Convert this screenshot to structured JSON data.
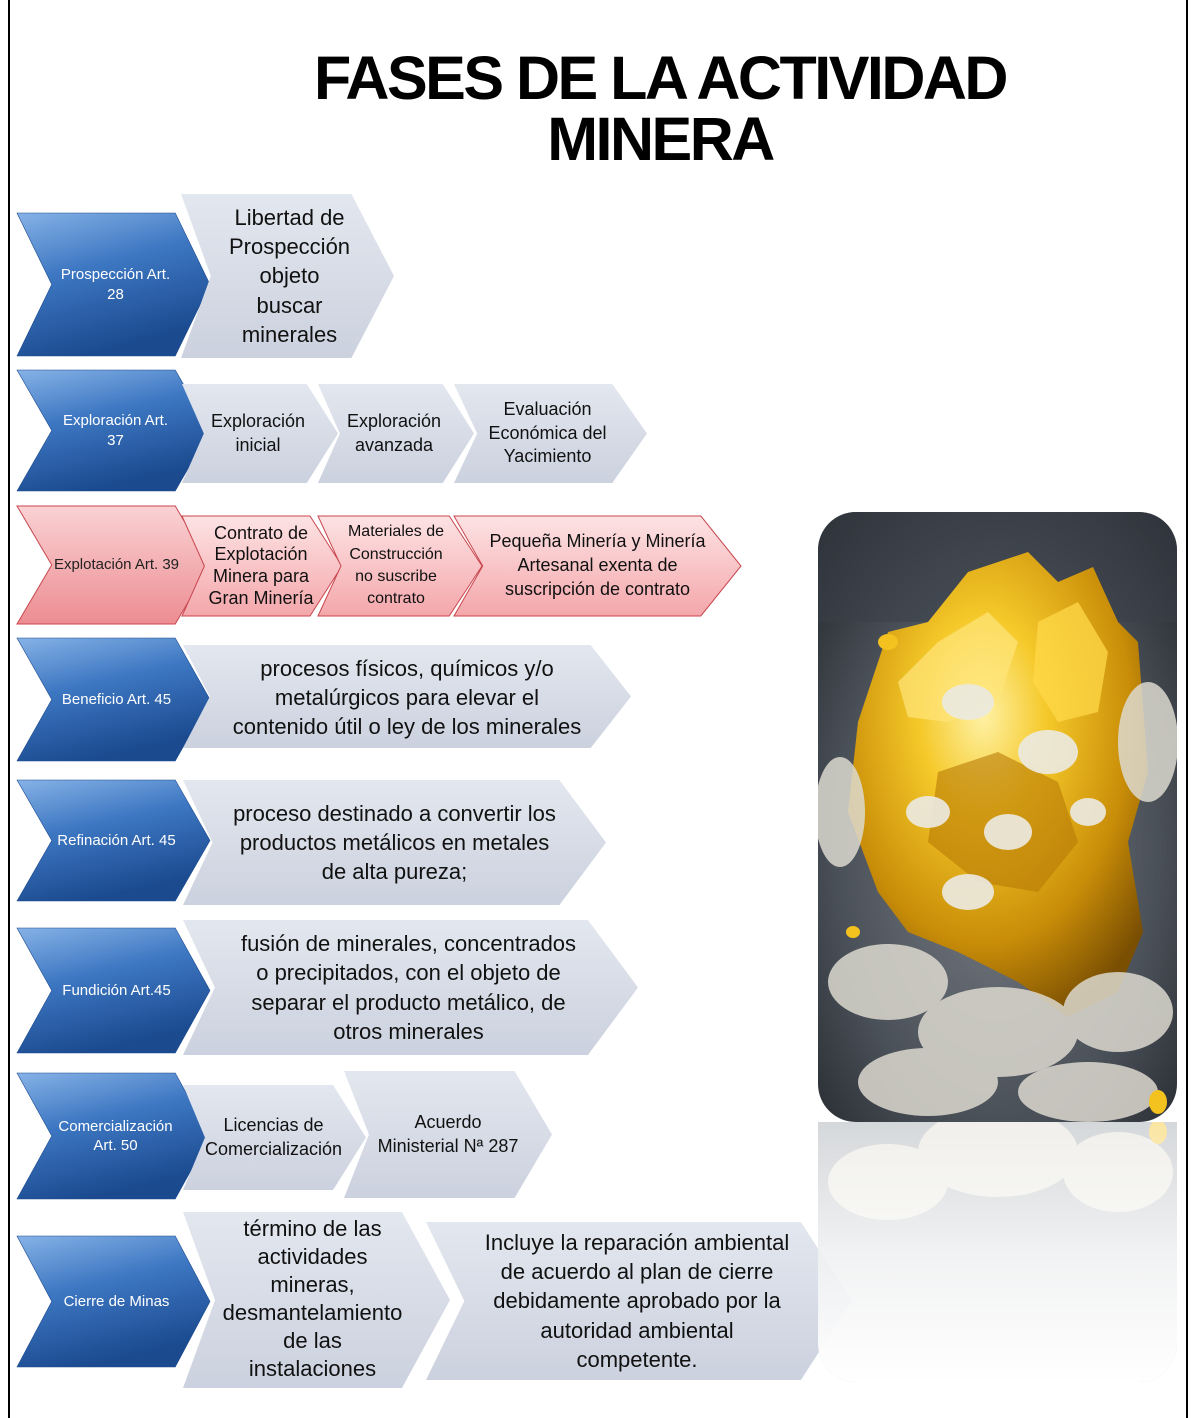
{
  "title": "FASES DE LA ACTIVIDAD MINERA",
  "colors": {
    "blue_phase": "#2e66b0",
    "red_phase": "#f3a4a8",
    "gray_step": "#d6dbe6",
    "red_step": "#f8c2c4"
  },
  "phases": {
    "prospeccion": {
      "label": "Prospección Art. 28",
      "steps": [
        "Libertad de Prospección objeto buscar minerales"
      ]
    },
    "exploracion": {
      "label": "Exploración Art. 37",
      "steps": [
        "Exploración inicial",
        "Exploración avanzada",
        "Evaluación Económica del Yacimiento"
      ]
    },
    "explotacion": {
      "label": "Explotación Art. 39",
      "steps": [
        "Contrato de Explotación Minera para Gran Minería",
        "Materiales de Construcción no suscribe contrato",
        "Pequeña Minería y Minería Artesanal exenta de suscripción de contrato"
      ]
    },
    "beneficio": {
      "label": "Beneficio  Art. 45",
      "steps": [
        "procesos físicos, químicos y/o metalúrgicos para elevar el contenido útil o ley de los minerales"
      ]
    },
    "refinacion": {
      "label": "Refinación Art. 45",
      "steps": [
        "proceso destinado a convertir los productos metálicos en metales de alta pureza;"
      ]
    },
    "fundicion": {
      "label": "Fundición Art.45",
      "steps": [
        "fusión de minerales, concentrados o precipitados, con el objeto de separar el producto metálico, de otros minerales"
      ]
    },
    "comercializacion": {
      "label": "Comercialización Art. 50",
      "steps": [
        "Licencias de Comercialización",
        "Acuerdo Ministerial Nª 287"
      ]
    },
    "cierre": {
      "label": "Cierre de Minas",
      "steps": [
        "término de las actividades mineras, desmantelamiento de las instalaciones",
        "Incluye la reparación ambiental de acuerdo al plan de cierre debidamente aprobado por la autoridad ambiental competente."
      ]
    }
  },
  "image": {
    "subject": "gold-nugget-on-quartz"
  }
}
